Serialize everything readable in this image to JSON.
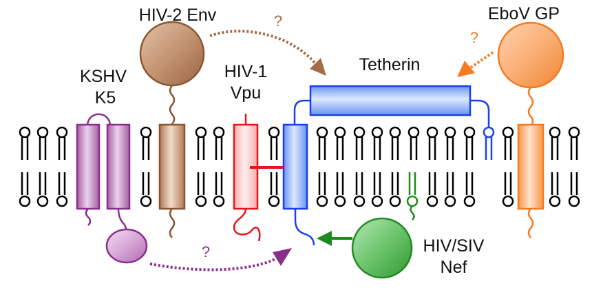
{
  "labels": {
    "hiv2_env": "HIV-2 Env",
    "ebov_gp": "EboV GP",
    "kshv": "KSHV",
    "k5": "K5",
    "hiv1": "HIV-1",
    "vpu": "Vpu",
    "tetherin": "Tetherin",
    "hiv_siv": "HIV/SIV",
    "nef": "Nef",
    "q_hiv2": "?",
    "q_ebov": "?",
    "q_kshv": "?"
  },
  "colors": {
    "hiv2_env": "#a56b44",
    "ebov_gp": "#f47b20",
    "kshv_k5": "#8b2e8b",
    "hiv1_vpu": "#e8141b",
    "tetherin": "#1a3ff0",
    "nef": "#1f8a1f",
    "lipid": "#000000"
  }
}
